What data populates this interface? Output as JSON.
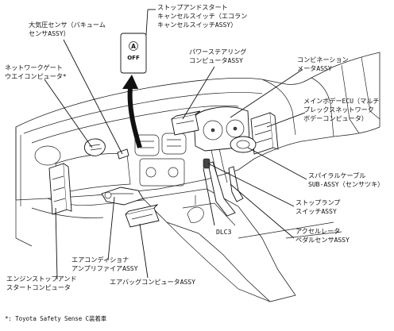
{
  "labels": {
    "stop_start_cancel_switch": [
      "ストップアンドスタート",
      "キャンセルスイッチ（エコラン",
      "キャンセルスイッチASSY）"
    ],
    "baro_sensor": [
      "大気圧センサ（バキューム",
      "センサASSY）"
    ],
    "network_gateway": [
      "ネットワークゲート",
      "ウエイコンピュータ*"
    ],
    "power_steering_computer": [
      "パワーステアリング",
      "コンピュータASSY"
    ],
    "combination_meter": [
      "コンビネーション",
      "メータASSY"
    ],
    "main_body_ecu": [
      "メインボデーECU（マルチ",
      "プレックスネットワーク",
      "ボデーコンピュータ）"
    ],
    "spiral_cable": [
      "スパイラルケーブル",
      "SUB-ASSY（センサツキ）"
    ],
    "stop_lamp_switch": [
      "ストップランプ",
      "スイッチASSY"
    ],
    "accel_pedal_sensor": [
      "アクセルレータ",
      "ペダルセンサASSY"
    ],
    "dlc3": [
      "DLC3"
    ],
    "ac_amplifier": [
      "エアコンディショナ",
      "アンプリファイアASSY"
    ],
    "engine_stop_start_computer": [
      "エンジンストップアンド",
      "スタートコンピュータ"
    ],
    "airbag_computer": [
      "エアバッグコンピュータASSY"
    ]
  },
  "switch_icon": {
    "symbol": "A",
    "text": "OFF"
  },
  "footnote": "*: Toyota Safety Sense C装着車"
}
